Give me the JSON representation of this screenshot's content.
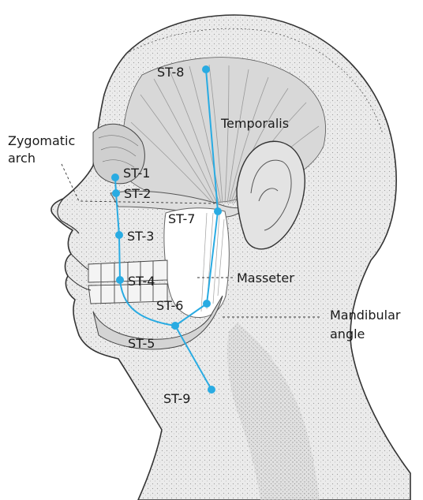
{
  "colors": {
    "meridian": "#29abe2",
    "skin": "#e9e9e9",
    "outline": "#333333",
    "muscle_line": "#9a9a9a",
    "label": "#1a1a1a"
  },
  "points": {
    "st1": "ST-1",
    "st2": "ST-2",
    "st3": "ST-3",
    "st4": "ST-4",
    "st5": "ST-5",
    "st6": "ST-6",
    "st7": "ST-7",
    "st8": "ST-8",
    "st9": "ST-9"
  },
  "anatomy": {
    "zygomatic_line1": "Zygomatic",
    "zygomatic_line2": "arch",
    "temporalis": "Temporalis",
    "masseter": "Masseter",
    "mandibular_line1": "Mandibular",
    "mandibular_line2": "angle"
  }
}
